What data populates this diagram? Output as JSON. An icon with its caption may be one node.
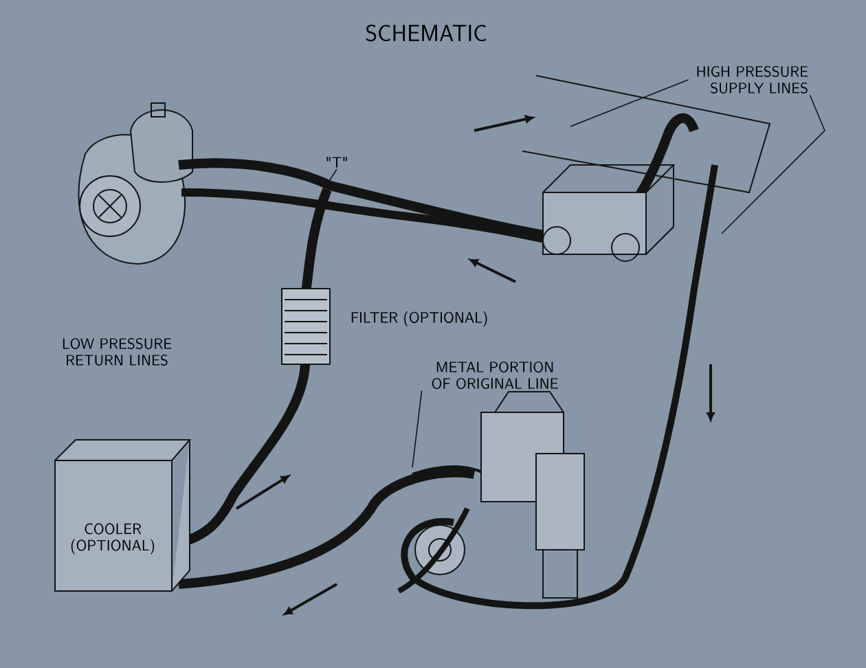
{
  "diagram": {
    "title": "SCHEMATIC",
    "nodes": [
      {
        "text": [
          "HIGH PRESSURE SUPPLY LINES"
        ]
      },
      {
        "text": [
          "\"T\""
        ]
      },
      {
        "text": [
          "FILTER (OPTIONAL)"
        ]
      },
      {
        "text": [
          "LOW PRESSURE RETURN LINES"
        ]
      },
      {
        "text": [
          "METAL PORTION OF ORIGINAL LINE"
        ]
      },
      {
        "text": [
          "COOLER (OPTIONAL)"
        ]
      }
    ],
    "edges": [
      {
        "from": 0,
        "to": null,
        "arrow": "none"
      },
      {
        "from": 0,
        "to": null,
        "arrow": "none"
      },
      {
        "from": 1,
        "to": null,
        "arrow": "none"
      },
      {
        "from": 4,
        "to": null,
        "arrow": "none"
      }
    ]
  }
}
